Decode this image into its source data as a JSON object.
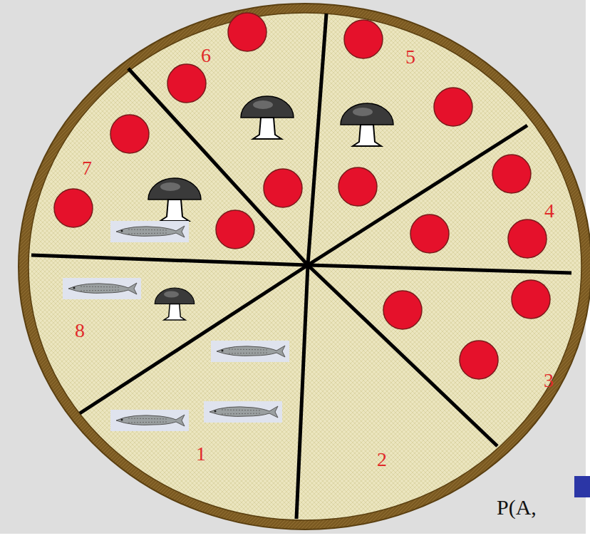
{
  "diagram": {
    "labels": [
      "1",
      "2",
      "3",
      "4",
      "5",
      "6",
      "7",
      "8",
      "P(A,"
    ]
  }
}
